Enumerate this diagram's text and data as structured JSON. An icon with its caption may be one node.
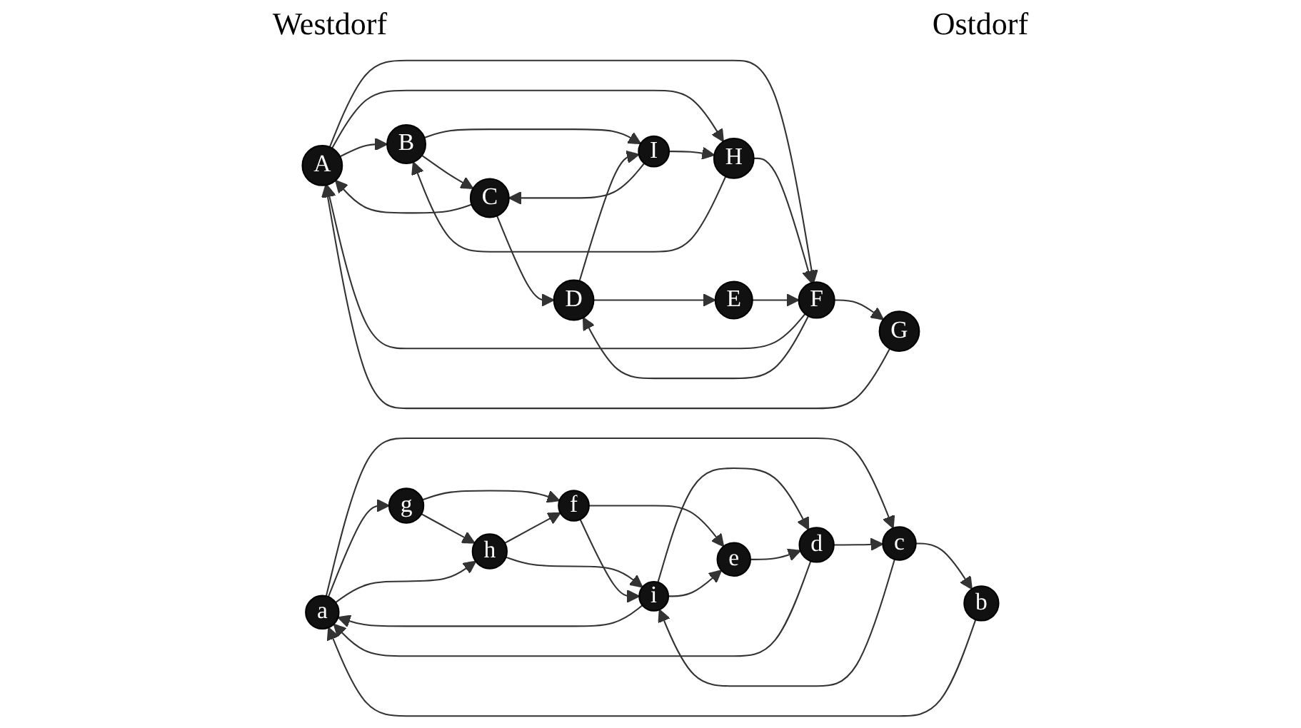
{
  "diagram": {
    "nodes": [
      {
        "text": [
          "A"
        ]
      },
      {
        "text": [
          "B"
        ]
      },
      {
        "text": [
          "C"
        ]
      },
      {
        "text": [
          "D"
        ]
      },
      {
        "text": [
          "E"
        ]
      },
      {
        "text": [
          "F"
        ]
      },
      {
        "text": [
          "G"
        ]
      },
      {
        "text": [
          "H"
        ]
      },
      {
        "text": [
          "I"
        ]
      },
      {
        "text": [
          "a"
        ]
      },
      {
        "text": [
          "b"
        ]
      },
      {
        "text": [
          "c"
        ]
      },
      {
        "text": [
          "d"
        ]
      },
      {
        "text": [
          "e"
        ]
      },
      {
        "text": [
          "f"
        ]
      },
      {
        "text": [
          "g"
        ]
      },
      {
        "text": [
          "h"
        ]
      },
      {
        "text": [
          "i"
        ]
      }
    ],
    "edges": [
      {
        "from": 0,
        "to": 1,
        "arrow": "to"
      },
      {
        "from": 1,
        "to": 2,
        "arrow": "to"
      },
      {
        "from": 2,
        "to": 0,
        "arrow": "to"
      },
      {
        "from": 0,
        "to": 7,
        "arrow": "to"
      },
      {
        "from": 7,
        "to": 1,
        "arrow": "to"
      },
      {
        "from": 1,
        "to": 8,
        "arrow": "to"
      },
      {
        "from": 8,
        "to": 2,
        "arrow": "to"
      },
      {
        "from": 2,
        "to": 3,
        "arrow": "to"
      },
      {
        "from": 0,
        "to": 5,
        "arrow": "to"
      },
      {
        "from": 6,
        "to": 0,
        "arrow": "to"
      },
      {
        "from": 5,
        "to": 6,
        "arrow": "to"
      },
      {
        "from": 5,
        "to": 0,
        "arrow": "to"
      },
      {
        "from": 7,
        "to": 5,
        "arrow": "to"
      },
      {
        "from": 8,
        "to": 7,
        "arrow": "to"
      },
      {
        "from": 3,
        "to": 8,
        "arrow": "to"
      },
      {
        "from": 5,
        "to": 3,
        "arrow": "to"
      },
      {
        "from": 3,
        "to": 4,
        "arrow": "to"
      },
      {
        "from": 4,
        "to": 5,
        "arrow": "to"
      },
      {
        "from": 9,
        "to": 15,
        "arrow": "to"
      },
      {
        "from": 15,
        "to": 16,
        "arrow": "to"
      },
      {
        "from": 15,
        "to": 14,
        "arrow": "to"
      },
      {
        "from": 9,
        "to": 16,
        "arrow": "to"
      },
      {
        "from": 16,
        "to": 14,
        "arrow": "to"
      },
      {
        "from": 16,
        "to": 17,
        "arrow": "to"
      },
      {
        "from": 17,
        "to": 9,
        "arrow": "to"
      },
      {
        "from": 17,
        "to": 12,
        "arrow": "to"
      },
      {
        "from": 9,
        "to": 11,
        "arrow": "to"
      },
      {
        "from": 10,
        "to": 9,
        "arrow": "to"
      },
      {
        "from": 11,
        "to": 10,
        "arrow": "to"
      },
      {
        "from": 11,
        "to": 17,
        "arrow": "to"
      },
      {
        "from": 14,
        "to": 17,
        "arrow": "to"
      },
      {
        "from": 14,
        "to": 13,
        "arrow": "to"
      },
      {
        "from": 17,
        "to": 13,
        "arrow": "to"
      },
      {
        "from": 13,
        "to": 12,
        "arrow": "to"
      },
      {
        "from": 12,
        "to": 11,
        "arrow": "to"
      },
      {
        "from": 12,
        "to": 9,
        "arrow": "to"
      }
    ],
    "labels": [
      "Ostdorf",
      "Westdorf"
    ]
  }
}
